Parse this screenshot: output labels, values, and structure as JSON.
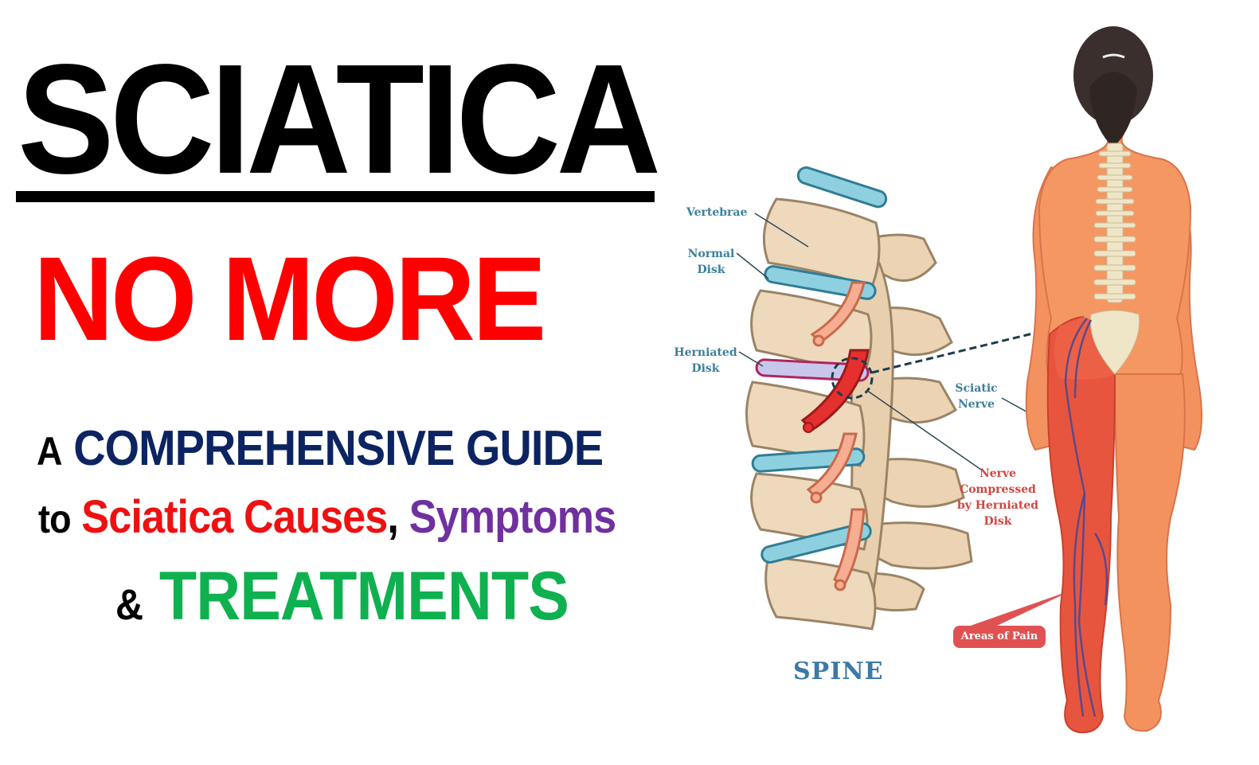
{
  "headline": {
    "title": "SCIATICA",
    "subtitle": "NO MORE"
  },
  "tagline": {
    "line1": {
      "prefix": "A",
      "main": "COMPREHENSIVE GUIDE"
    },
    "line2": {
      "prefix": "to",
      "causes": "Sciatica Causes",
      "comma": ",",
      "symptoms": "Symptoms"
    },
    "line3": {
      "prefix": "&",
      "main": "TREATMENTS"
    }
  },
  "spine_diagram": {
    "title": "SPINE",
    "labels": {
      "vertebrae": "Vertebrae",
      "normal_disk_1": "Normal",
      "normal_disk_2": "Disk",
      "herniated_disk_1": "Herniated",
      "herniated_disk_2": "Disk",
      "nerve_compressed_1": "Nerve",
      "nerve_compressed_2": "Compressed",
      "nerve_compressed_3": "by Herniated",
      "nerve_compressed_4": "Disk"
    }
  },
  "body_diagram": {
    "labels": {
      "sciatic_nerve_1": "Sciatic",
      "sciatic_nerve_2": "Nerve",
      "areas_of_pain": "Areas of Pain"
    }
  },
  "colors": {
    "title": "#000000",
    "subtitle": "#ff0000",
    "navy": "#0c2461",
    "causes": "#ee1111",
    "symptoms": "#7030a0",
    "treatments": "#0fb04f",
    "label_blue": "#3c7f9a",
    "label_red": "#d2453f",
    "skin": "#f4915e",
    "pain": "#e8553f",
    "bone": "#eed9bd",
    "disk": "#8fd0e0"
  }
}
